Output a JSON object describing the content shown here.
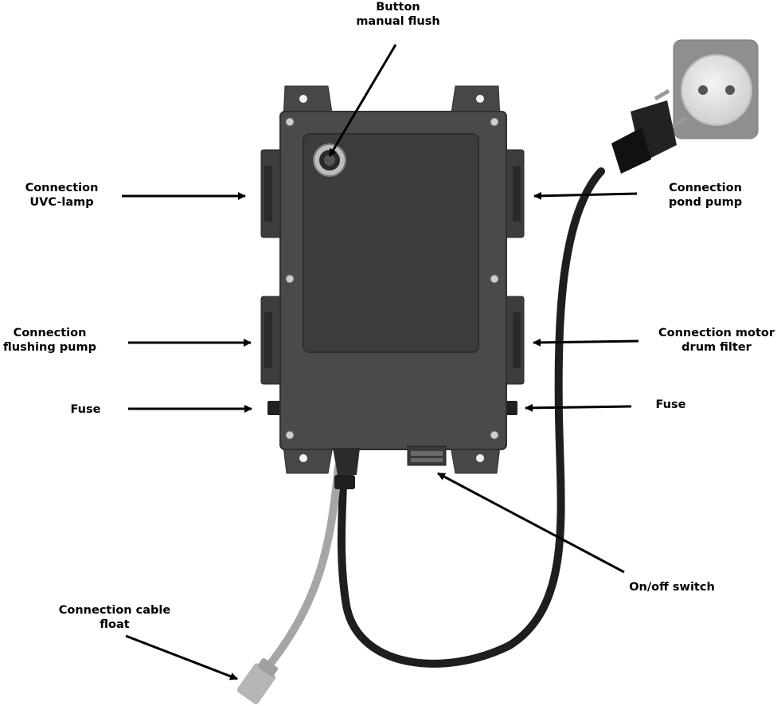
{
  "labels": {
    "button_manual_flush": [
      "Button",
      "manual flush"
    ],
    "connection_uvc_lamp": [
      "Connection",
      "UVC-lamp"
    ],
    "connection_pond_pump": [
      "Connection",
      "pond pump"
    ],
    "connection_flushing_pump": [
      "Connection",
      "flushing pump"
    ],
    "connection_motor_drum_filter": [
      "Connection motor",
      "drum filter"
    ],
    "fuse_left": "Fuse",
    "fuse_right": "Fuse",
    "on_off_switch": "On/off switch",
    "connection_cable_float": [
      "Connection cable",
      "float"
    ]
  },
  "colors": {
    "housing": "#4a4a4a",
    "housing_dark": "#2f2f2f",
    "lid": "#3c3c3c",
    "socket_plate": "#8f8f8f",
    "socket_face": "#e6e6e6",
    "power_cable": "#1e1e1e",
    "float_cable": "#a6a6a6",
    "text": "#000000"
  }
}
